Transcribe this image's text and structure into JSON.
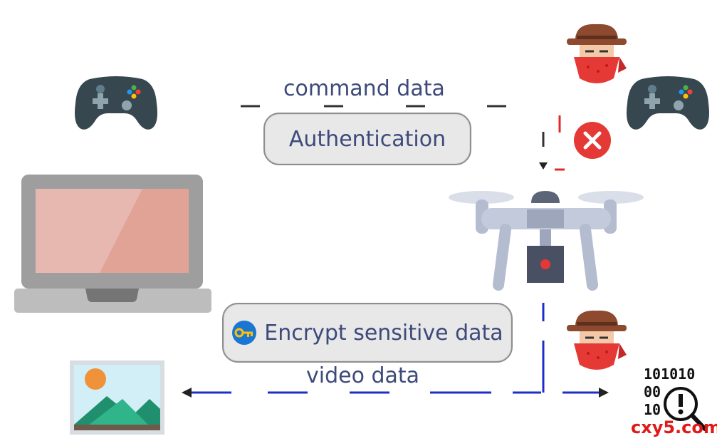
{
  "labels": {
    "command": "command data",
    "authentication": "Authentication",
    "encrypt": "Encrypt sensitive data",
    "video": "video data"
  },
  "binary": {
    "row1": "101010",
    "row2": "00",
    "row3": "10"
  },
  "watermark": "cxy5.com",
  "colors": {
    "text": "#3d4a7a",
    "arrow": "#1c2fc8",
    "danger": "#e02b2b",
    "controller": "#37474f"
  },
  "icons": [
    "game-controller-icon",
    "laptop-icon",
    "hacker-icon",
    "drone-icon",
    "reject-icon",
    "key-icon",
    "image-icon",
    "data-inspect-icon"
  ]
}
